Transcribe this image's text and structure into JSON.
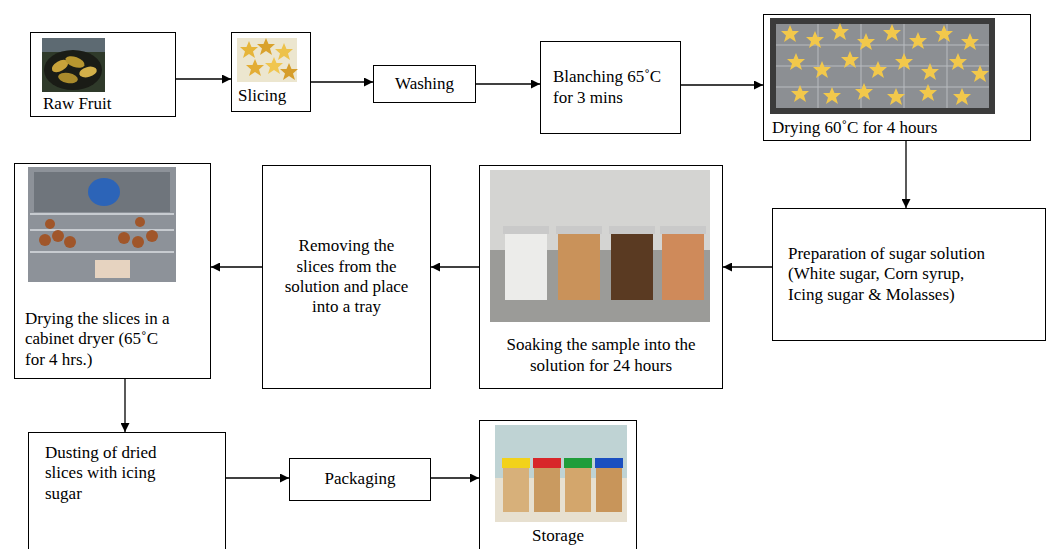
{
  "diagram": {
    "nodes": [
      {
        "text": [
          "Raw Fruit"
        ]
      },
      {
        "text": [
          "Slicing"
        ]
      },
      {
        "text": [
          "Washing"
        ]
      },
      {
        "text": [
          "Blanching 65˚C for 3 mins"
        ]
      },
      {
        "text": [
          "Drying 60˚C for 4 hours"
        ]
      },
      {
        "text": [
          "Preparation of sugar solution (White sugar, Corn syrup, Icing sugar & Molasses)"
        ]
      },
      {
        "text": [
          "Soaking the sample into the solution for 24 hours"
        ]
      },
      {
        "text": [
          "Removing the slices from the solution and place into a tray"
        ]
      },
      {
        "text": [
          "Drying the slices in a cabinet dryer (65˚C for 4 hrs.)"
        ]
      },
      {
        "text": [
          "Dusting of dried slices with icing sugar"
        ]
      },
      {
        "text": [
          "Packaging"
        ]
      },
      {
        "text": [
          "Storage"
        ]
      }
    ],
    "edges": [
      {
        "from": 0,
        "to": 1,
        "arrow": "to"
      },
      {
        "from": 1,
        "to": 2,
        "arrow": "to"
      },
      {
        "from": 2,
        "to": 3,
        "arrow": "to"
      },
      {
        "from": 3,
        "to": 4,
        "arrow": "to"
      },
      {
        "from": 4,
        "to": 5,
        "arrow": "to"
      },
      {
        "from": 5,
        "to": 6,
        "arrow": "to"
      },
      {
        "from": 6,
        "to": 7,
        "arrow": "to"
      },
      {
        "from": 7,
        "to": 8,
        "arrow": "to"
      },
      {
        "from": 8,
        "to": 9,
        "arrow": "to"
      },
      {
        "from": 9,
        "to": 10,
        "arrow": "to"
      },
      {
        "from": 10,
        "to": 11,
        "arrow": "to"
      }
    ]
  }
}
